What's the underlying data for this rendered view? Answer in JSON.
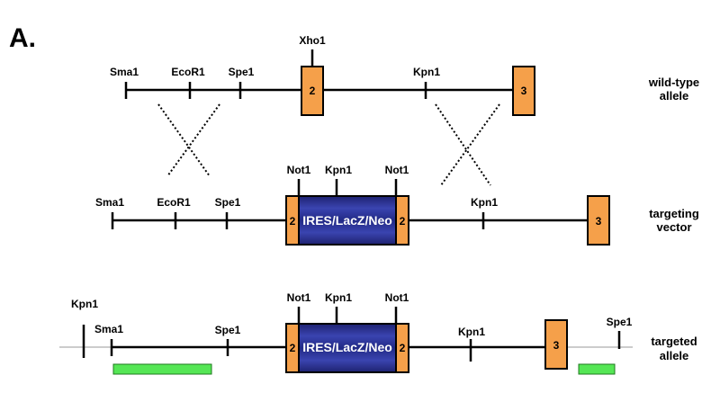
{
  "panel_label": "A.",
  "rows": {
    "wildtype": {
      "name_line1": "wild-type",
      "name_line2": "allele",
      "sites": {
        "sma1": "Sma1",
        "ecor1": "EcoR1",
        "spe1": "Spe1",
        "xho1": "Xho1",
        "kpn1": "Kpn1"
      },
      "exons": {
        "e2": "2",
        "e3": "3"
      }
    },
    "vector": {
      "name_line1": "targeting",
      "name_line2": "vector",
      "sites": {
        "sma1": "Sma1",
        "ecor1": "EcoR1",
        "spe1": "Spe1",
        "not1_left": "Not1",
        "kpn1_cassette": "Kpn1",
        "not1_right": "Not1",
        "kpn1": "Kpn1"
      },
      "cassette": "IRES/LacZ/Neo",
      "exons": {
        "e2_left": "2",
        "e2_right": "2",
        "e3": "3"
      }
    },
    "targeted": {
      "name_line1": "targeted",
      "name_line2": "allele",
      "sites": {
        "kpn1_far": "Kpn1",
        "sma1": "Sma1",
        "spe1": "Spe1",
        "not1_left": "Not1",
        "kpn1_cassette": "Kpn1",
        "not1_right": "Not1",
        "kpn1": "Kpn1",
        "spe1_far": "Spe1"
      },
      "cassette": "IRES/LacZ/Neo",
      "exons": {
        "e2_left": "2",
        "e2_right": "2",
        "e3": "3"
      }
    }
  },
  "colors": {
    "exon": "#f5a04a",
    "cassette": "#2b2f8c",
    "cassette_stripe": "#3c46b4",
    "probe": "#55e655",
    "line": "#000000",
    "outer_line": "#9a9a9a"
  }
}
